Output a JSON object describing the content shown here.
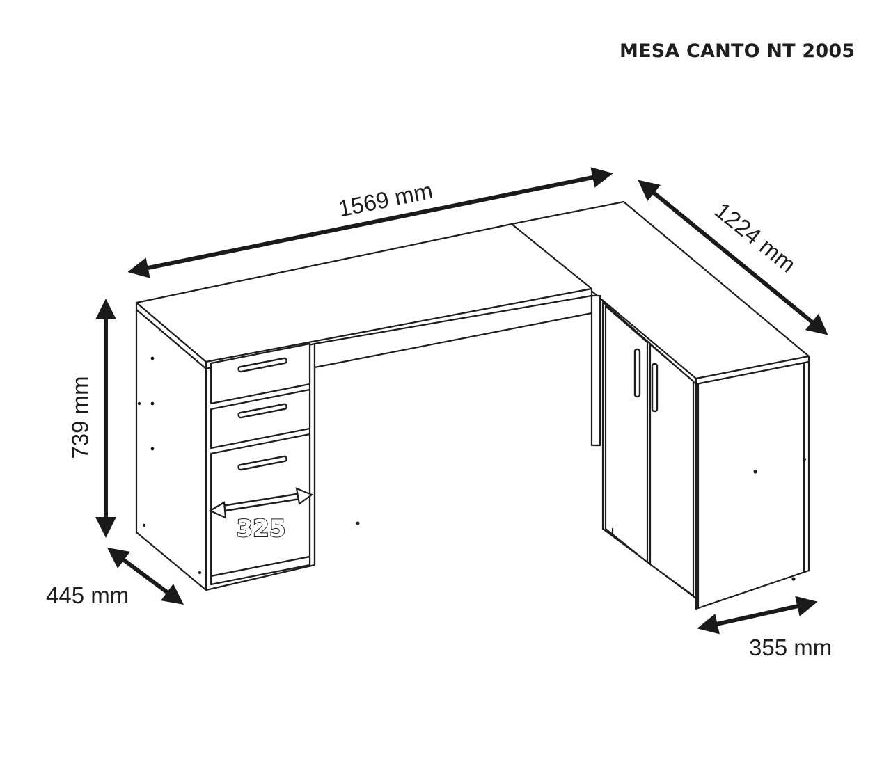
{
  "title": "MESA CANTO NT 2005",
  "dimensions": {
    "width": "1569 mm",
    "depth_right": "1224 mm",
    "height": "739 mm",
    "depth_left": "445 mm",
    "depth_cabinet": "355 mm",
    "drawer_width": "325"
  },
  "colors": {
    "line": "#1e1e1e",
    "background": "#ffffff"
  }
}
